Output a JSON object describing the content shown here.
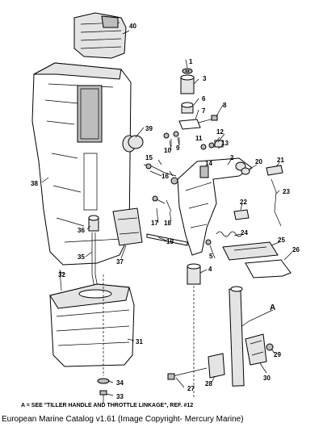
{
  "callouts": [
    "1",
    "2",
    "3",
    "4",
    "5",
    "6",
    "7",
    "8",
    "9",
    "10",
    "11",
    "12",
    "13",
    "14",
    "15",
    "16",
    "17",
    "18",
    "19",
    "20",
    "21",
    "22",
    "23",
    "24",
    "25",
    "26",
    "27",
    "28",
    "29",
    "30",
    "31",
    "32",
    "33",
    "34",
    "35",
    "36",
    "37",
    "38",
    "39",
    "40",
    "A"
  ],
  "note": "A = SEE \"TILLER HANDLE AND THROTTLE LINKAGE\", REF. #12",
  "caption": "European Marine Catalog v1.61 (Image Copyright- Mercury Marine)"
}
